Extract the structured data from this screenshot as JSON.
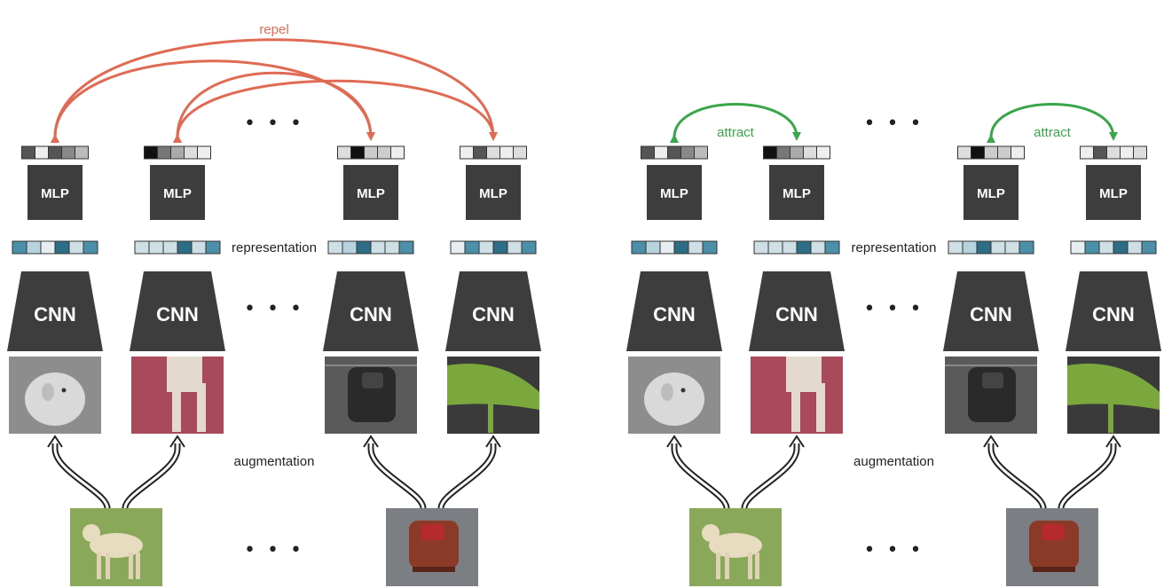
{
  "labels": {
    "repel": "repel",
    "attract": "attract",
    "representation": "representation",
    "augmentation": "augmentation",
    "mlp": "MLP",
    "cnn": "CNN",
    "ellipsis": "• • •"
  },
  "colors": {
    "repel": "#e06b55",
    "attract": "#3aa64a",
    "block": "#3d3d3d",
    "block_text": "#ffffff",
    "rep_teal_dark": "#2d6e86",
    "rep_teal_light": "#b6d3df",
    "arrow": "#222222"
  },
  "panels": [
    {
      "id": "left",
      "pair_relation": "repel"
    },
    {
      "id": "right",
      "pair_relation": "attract"
    }
  ]
}
